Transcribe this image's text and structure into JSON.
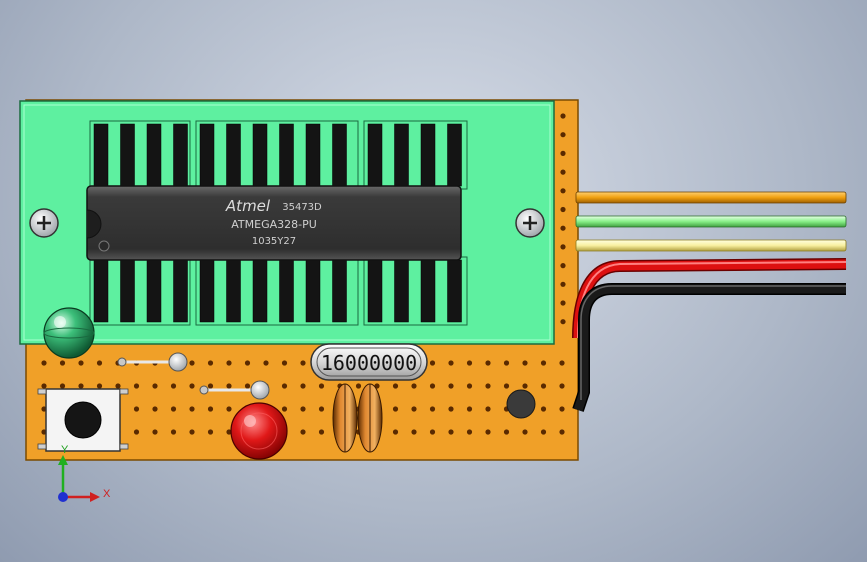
{
  "chip": {
    "brand": "Atmel",
    "lot": "35473D",
    "part": "ATMEGA328-PU",
    "date_code": "1035Y27"
  },
  "crystal": {
    "frequency_label": "16000000"
  },
  "triad": {
    "x_label": "X",
    "y_label": "Y"
  },
  "colors": {
    "socket": "#5ef0a0",
    "perfboard": "#f0a028",
    "chip_body": "#3a3a3a",
    "wire_orange": "#f0a010",
    "wire_green": "#88f088",
    "wire_yellow": "#f8f0a0",
    "wire_red": "#dd1010",
    "wire_black": "#111111",
    "led_red": "#e01818",
    "led_green": "#3cbf7a"
  },
  "icons": [
    "screw-left-icon",
    "screw-right-icon",
    "reset-button-icon",
    "axis-triad-icon"
  ]
}
